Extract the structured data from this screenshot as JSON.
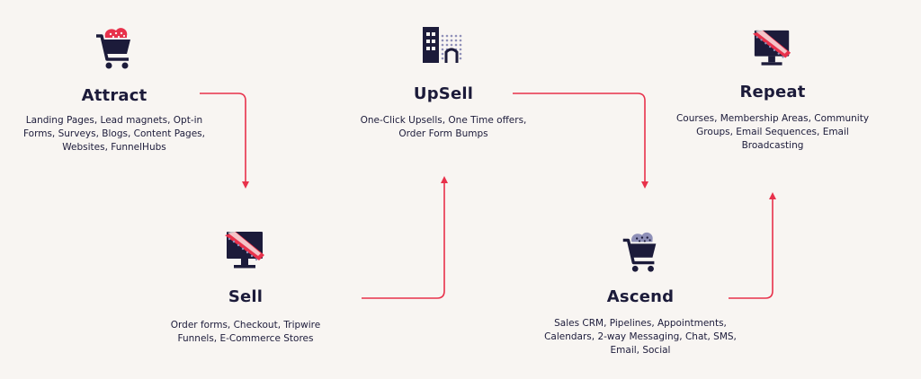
{
  "colors": {
    "ink": "#1c1b3a",
    "accent": "#e8314b",
    "background": "#f8f5f2"
  },
  "steps": [
    {
      "id": "attract",
      "icon": "shopping-cart-icon",
      "title": "Attract",
      "lines": [
        "Landing Pages, Lead magnets, Opt-in",
        "Forms, Surveys, Blogs, Content Pages,",
        "Websites, FunnelHubs"
      ]
    },
    {
      "id": "sell",
      "icon": "monitor-icon",
      "title": "Sell",
      "lines": [
        "Order forms, Checkout, Tripwire",
        "Funnels, E-Commerce Stores"
      ]
    },
    {
      "id": "upsell",
      "icon": "building-icon",
      "title": "UpSell",
      "lines": [
        "One-Click Upsells, One Time offers,",
        "Order Form Bumps"
      ]
    },
    {
      "id": "ascend",
      "icon": "shopping-cart-icon",
      "title": "Ascend",
      "lines": [
        "Sales CRM, Pipelines, Appointments,",
        "Calendars, 2-way Messaging, Chat, SMS,",
        "Email, Social"
      ]
    },
    {
      "id": "repeat",
      "icon": "monitor-icon",
      "title": "Repeat",
      "lines": [
        "Courses, Membership Areas, Community",
        "Groups, Email Sequences, Email",
        "Broadcasting"
      ]
    }
  ]
}
